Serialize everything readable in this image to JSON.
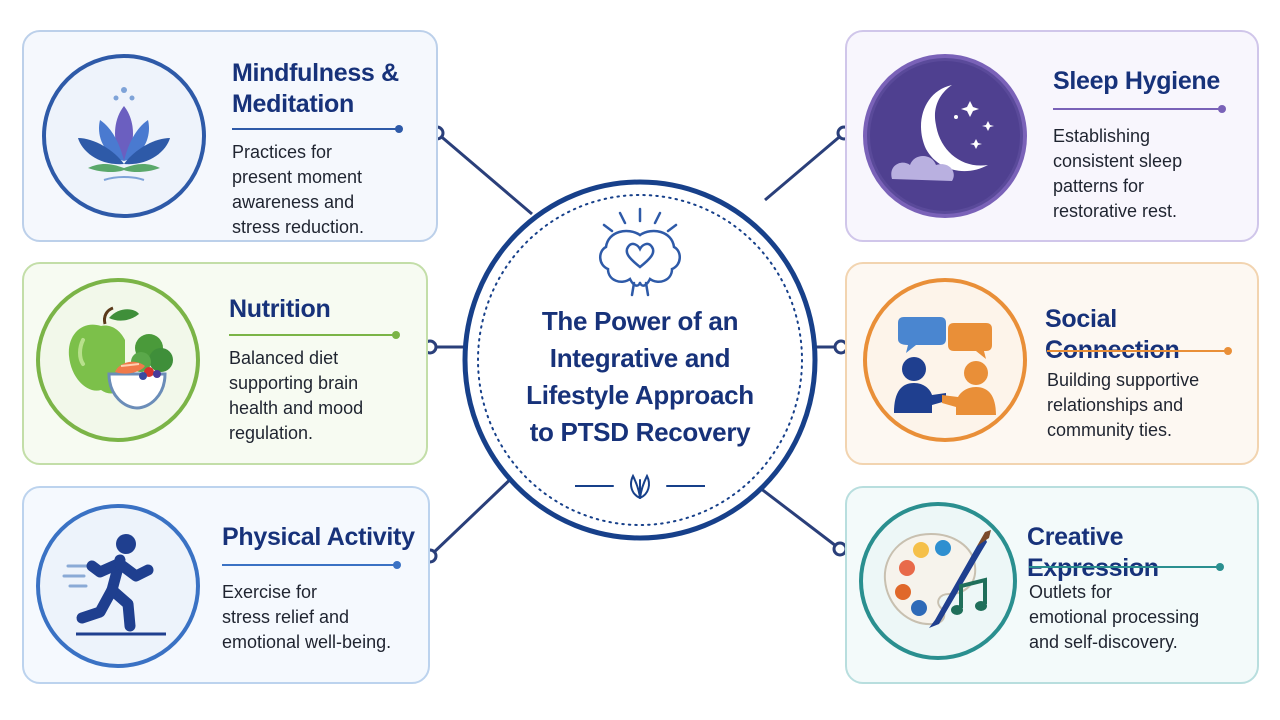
{
  "center": {
    "title_lines": [
      "The Power of an",
      "Integrative and",
      "Lifestyle Approach",
      "to PTSD Recovery"
    ]
  },
  "cards": {
    "mindfulness": {
      "title_lines": [
        "Mindfulness &",
        "Meditation"
      ],
      "desc_lines": [
        "Practices for",
        "present moment",
        "awareness and",
        "stress reduction."
      ],
      "icon": "lotus-icon",
      "color": "#2e5aa8"
    },
    "nutrition": {
      "title_lines": [
        "Nutrition"
      ],
      "desc_lines": [
        "Balanced diet",
        "supporting brain",
        "health and mood",
        "regulation."
      ],
      "icon": "healthy-food-icon",
      "color": "#7bb447"
    },
    "physical": {
      "title_lines": [
        "Physical Activity"
      ],
      "desc_lines": [
        "Exercise for",
        "stress relief and",
        "emotional well-being."
      ],
      "icon": "runner-icon",
      "color": "#3a72c4"
    },
    "sleep": {
      "title_lines": [
        "Sleep Hygiene"
      ],
      "desc_lines": [
        "Establishing",
        "consistent sleep",
        "patterns for",
        "restorative rest."
      ],
      "icon": "moon-stars-icon",
      "color": "#7a62b8"
    },
    "social": {
      "title_lines": [
        "Social Connection"
      ],
      "desc_lines": [
        "Building supportive",
        "relationships and",
        "community ties."
      ],
      "icon": "people-talking-icon",
      "color": "#e98f38"
    },
    "creative": {
      "title_lines": [
        "Creative Expression"
      ],
      "desc_lines": [
        "Outlets for",
        "emotional processing",
        "and self-discovery."
      ],
      "icon": "palette-music-icon",
      "color": "#2a8f8f"
    }
  }
}
